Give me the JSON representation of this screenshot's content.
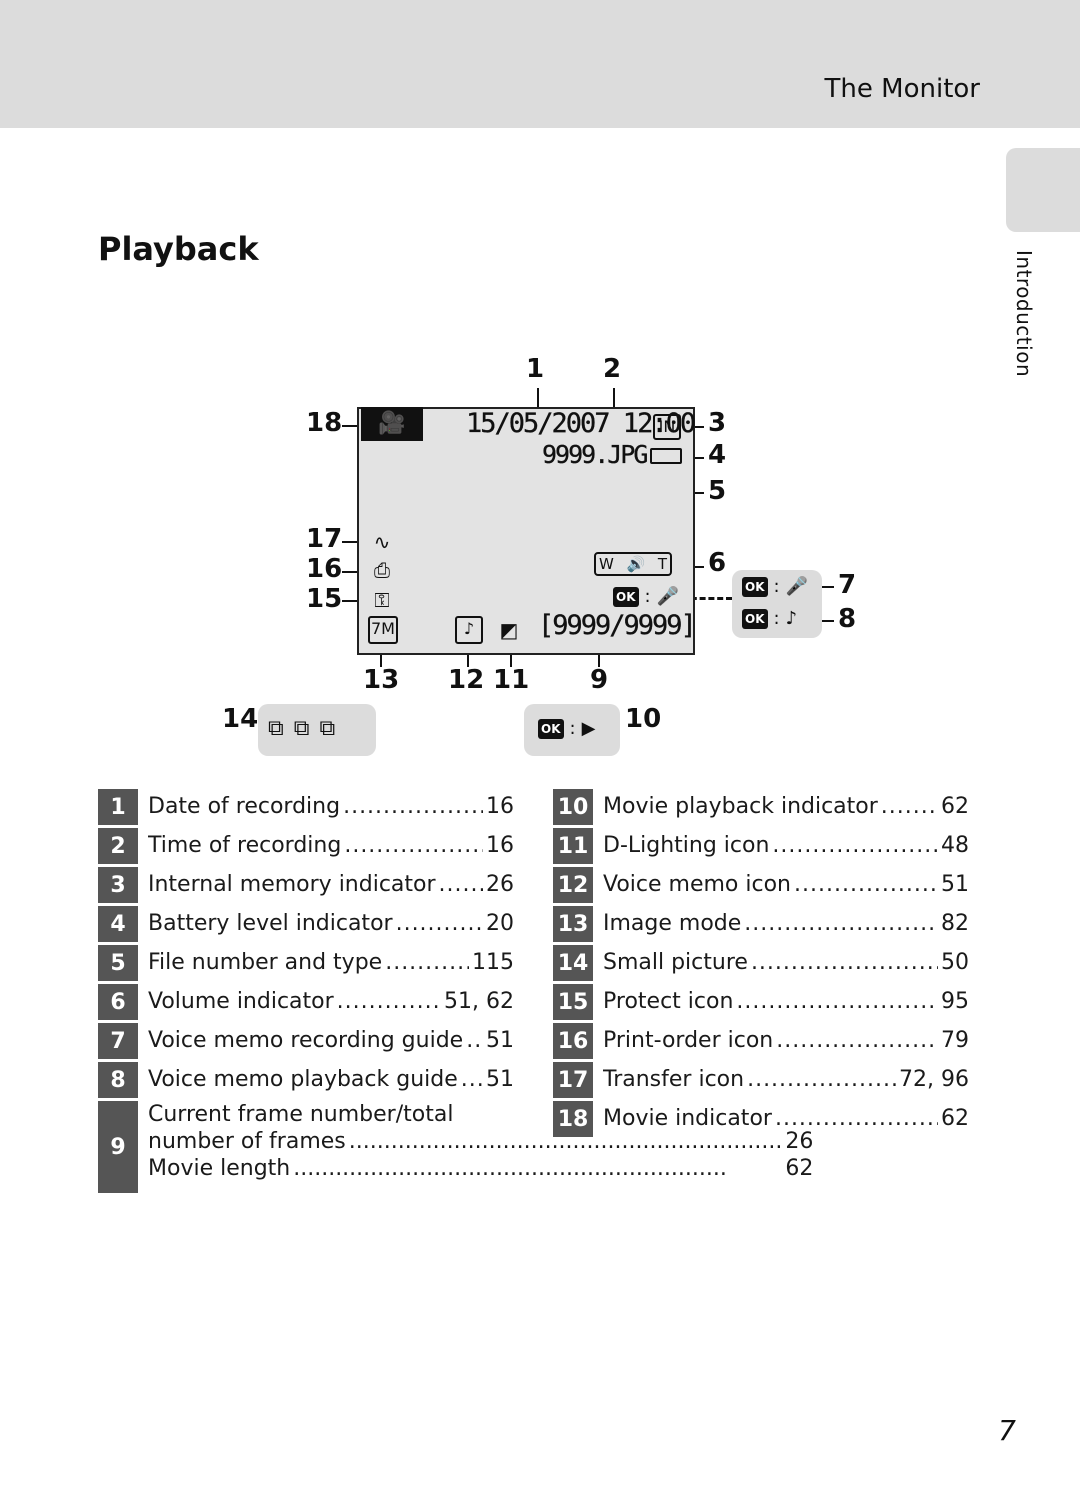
{
  "header": {
    "title": "The Monitor"
  },
  "side_tab": {
    "label": "Introduction"
  },
  "page_title": "Playback",
  "diagram": {
    "callouts": {
      "c1": "1",
      "c2": "2",
      "c3": "3",
      "c4": "4",
      "c5": "5",
      "c6": "6",
      "c7": "7",
      "c8": "8",
      "c9": "9",
      "c10": "10",
      "c11": "11",
      "c12": "12",
      "c13": "13",
      "c14": "14",
      "c15": "15",
      "c16": "16",
      "c17": "17",
      "c18": "18"
    },
    "screen": {
      "date_time": "15/05/2007 12:00",
      "file_name": "9999.JPG",
      "frame_counter": "[9999/9999]",
      "memory_icon_text": "IN",
      "image_mode_text": "7M",
      "zoom_w": "W",
      "zoom_t": "T",
      "ok_text": "OK"
    },
    "icons": [
      "movie-icon",
      "memory-icon",
      "battery-icon",
      "transfer-icon",
      "print-order-icon",
      "protect-icon",
      "image-mode-icon",
      "voice-memo-icon",
      "d-lighting-icon",
      "microphone-icon",
      "small-picture-icon",
      "play-icon"
    ]
  },
  "legend_left": [
    {
      "num": "1",
      "text": "Date of recording",
      "page": "16"
    },
    {
      "num": "2",
      "text": "Time of recording",
      "page": "16"
    },
    {
      "num": "3",
      "text": "Internal memory indicator",
      "page": "26"
    },
    {
      "num": "4",
      "text": "Battery level indicator",
      "page": "20"
    },
    {
      "num": "5",
      "text": "File number and type",
      "page": "115"
    },
    {
      "num": "6",
      "text": "Volume indicator",
      "page": "51, 62"
    },
    {
      "num": "7",
      "text": "Voice memo recording guide",
      "page": "51"
    },
    {
      "num": "8",
      "text": "Voice memo playback guide",
      "page": "51"
    },
    {
      "num": "9",
      "line1": "Current frame number/total",
      "line2": "number of frames",
      "page2": "26",
      "line3": "Movie length",
      "page3": "62"
    }
  ],
  "legend_right": [
    {
      "num": "10",
      "text": "Movie playback indicator",
      "page": "62"
    },
    {
      "num": "11",
      "text": "D-Lighting icon",
      "page": "48"
    },
    {
      "num": "12",
      "text": "Voice memo icon",
      "page": "51"
    },
    {
      "num": "13",
      "text": "Image mode",
      "page": "82"
    },
    {
      "num": "14",
      "text": "Small picture",
      "page": "50"
    },
    {
      "num": "15",
      "text": "Protect icon",
      "page": "95"
    },
    {
      "num": "16",
      "text": "Print-order icon",
      "page": "79"
    },
    {
      "num": "17",
      "text": "Transfer icon",
      "page": "72, 96"
    },
    {
      "num": "18",
      "text": "Movie indicator",
      "page": "62"
    }
  ],
  "page_number": "7"
}
